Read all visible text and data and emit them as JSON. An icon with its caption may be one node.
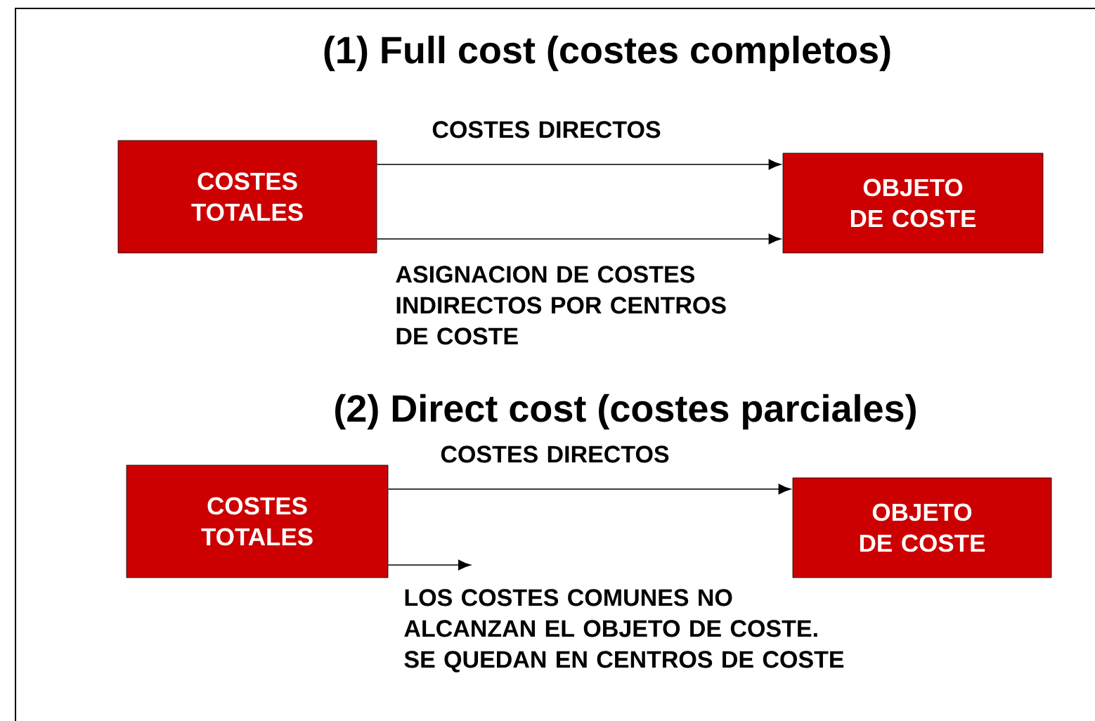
{
  "diagram": {
    "title": "(1) Full cost (costes completos)",
    "nodes": [
      {
        "text": [
          "COSTES TOTALES"
        ]
      },
      {
        "text": [
          "OBJETO DE COSTE"
        ]
      },
      {
        "text": [
          "COSTES TOTALES"
        ]
      },
      {
        "text": [
          "OBJETO DE COSTE"
        ]
      }
    ],
    "edges": [
      {
        "from": 0,
        "to": 1,
        "arrow": "to",
        "label": "COSTES DIRECTOS"
      },
      {
        "from": 0,
        "to": 1,
        "arrow": "to",
        "label": "ASIGNACION DE COSTES INDIRECTOS POR CENTROS DE COSTE"
      },
      {
        "from": 2,
        "to": 3,
        "arrow": "to",
        "label": "COSTES DIRECTOS"
      },
      {
        "from": 2,
        "to": null,
        "arrow": "to",
        "label": "LOS COSTES COMUNES NO ALCANZAN EL OBJETO DE COSTE. SE QUEDAN EN CENTROS DE COSTE"
      }
    ],
    "labels": [
      "(2) Direct cost (costes parciales)"
    ]
  }
}
